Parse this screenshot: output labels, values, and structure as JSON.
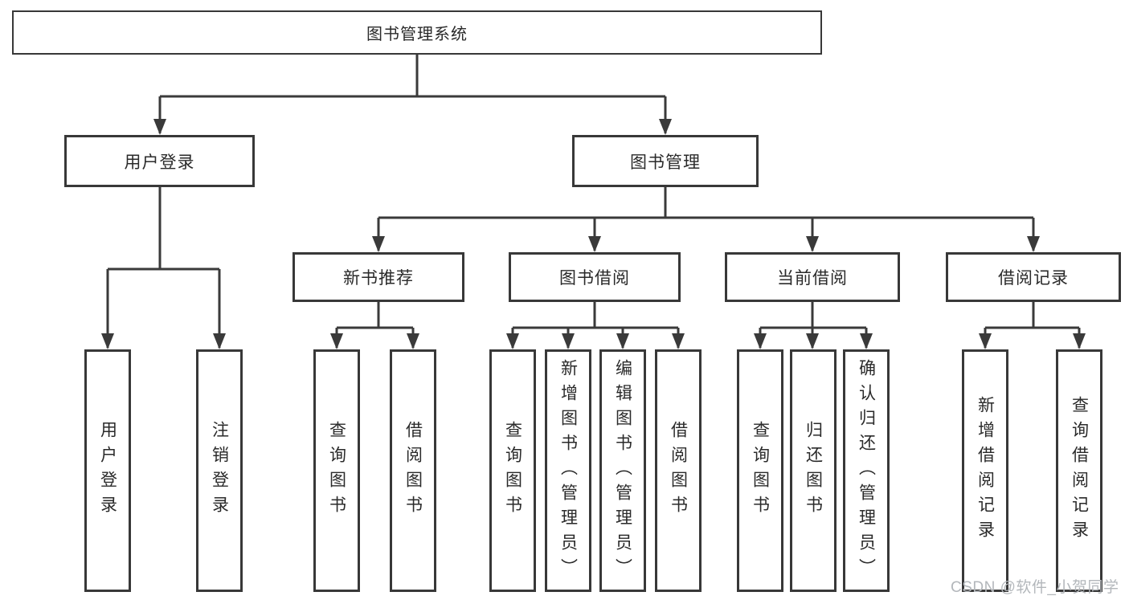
{
  "tree": {
    "label": "图书管理系统",
    "children": [
      {
        "label": "用户登录",
        "children": [
          {
            "label": "用户登录"
          },
          {
            "label": "注销登录"
          }
        ]
      },
      {
        "label": "图书管理",
        "children": [
          {
            "label": "新书推荐",
            "children": [
              {
                "label": "查询图书"
              },
              {
                "label": "借阅图书"
              }
            ]
          },
          {
            "label": "图书借阅",
            "children": [
              {
                "label": "查询图书"
              },
              {
                "label": "新增图书（管理员）"
              },
              {
                "label": "编辑图书（管理员）"
              },
              {
                "label": "借阅图书"
              }
            ]
          },
          {
            "label": "当前借阅",
            "children": [
              {
                "label": "查询图书"
              },
              {
                "label": "归还图书"
              },
              {
                "label": "确认归还（管理员）"
              }
            ]
          },
          {
            "label": "借阅记录",
            "children": [
              {
                "label": "新增借阅记录"
              },
              {
                "label": "查询借阅记录"
              }
            ]
          }
        ]
      }
    ]
  },
  "watermark": "CSDN @软件_小贺同学",
  "colors": {
    "background": "#ffffff",
    "line": "#3a3a3a",
    "box_border": "#383838",
    "text": "#2a2a2a",
    "watermark": "#b3b7bb"
  }
}
